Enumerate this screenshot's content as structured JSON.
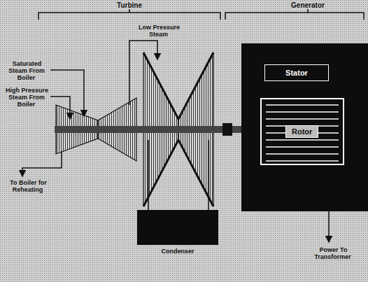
{
  "diagram": {
    "nodes": [
      {
        "text": [
          "Stator"
        ]
      },
      {
        "text": [
          "Rotor"
        ]
      },
      {
        "text": [
          "Condenser"
        ]
      }
    ],
    "labels": [
      "Turbine",
      "Generator",
      "Saturated Steam From Boiler",
      "High Pressure Steam From Boiler",
      "Low Pressure Steam",
      "To Boiler for Reheating",
      "Power To Transformer"
    ]
  }
}
